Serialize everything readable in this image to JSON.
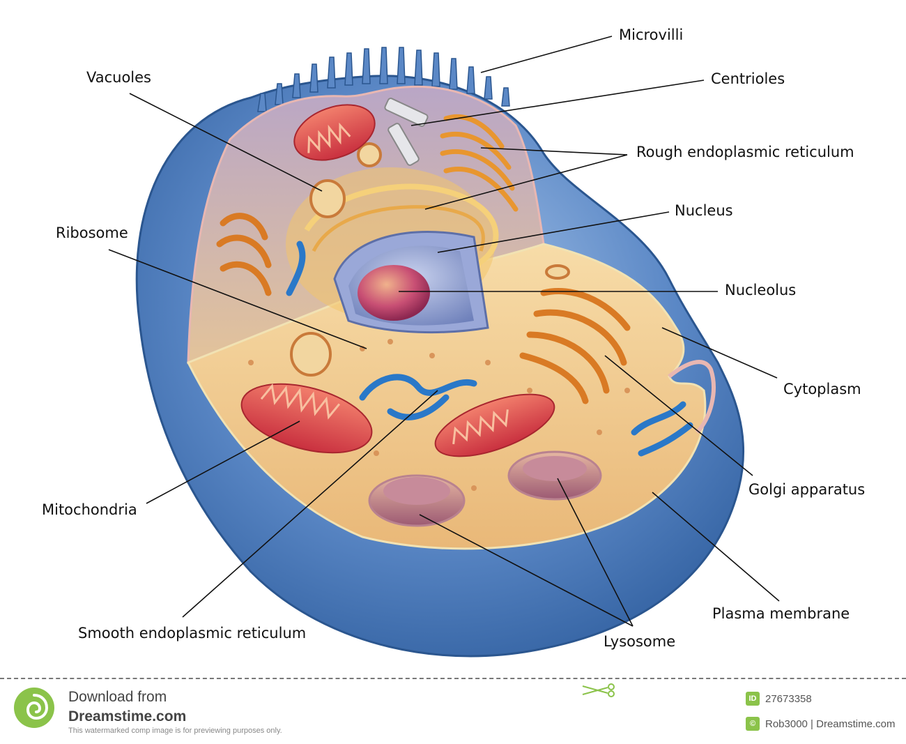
{
  "labels": {
    "microvilli": "Microvilli",
    "centrioles": "Centrioles",
    "vacuoles": "Vacuoles",
    "rough_er": "Rough endoplasmic reticulum",
    "nucleus": "Nucleus",
    "ribosome": "Ribosome",
    "nucleolus": "Nucleolus",
    "cytoplasm": "Cytoplasm",
    "mitochondria": "Mitochondria",
    "golgi": "Golgi apparatus",
    "plasma_membrane": "Plasma membrane",
    "smooth_er": "Smooth endoplasmic reticulum",
    "lysosome": "Lysosome"
  },
  "footer": {
    "download": "Download from",
    "brand": "Dreamstime.com",
    "note": "This watermarked comp image is for previewing purposes only.",
    "id_badge": "ID",
    "id_value": "27673358",
    "credit": "Rob3000 | Dreamstime.com"
  },
  "colors": {
    "membrane_blue": "#4a78b8",
    "cytoplasm": "#f0c98a",
    "nucleus": "#8a9bd0",
    "nucleolus": "#c23e6a",
    "mitochondria": "#e04a4a",
    "golgi": "#e08a30",
    "smooth_er": "#2a78c8",
    "watermark_green": "#8bc34a"
  }
}
